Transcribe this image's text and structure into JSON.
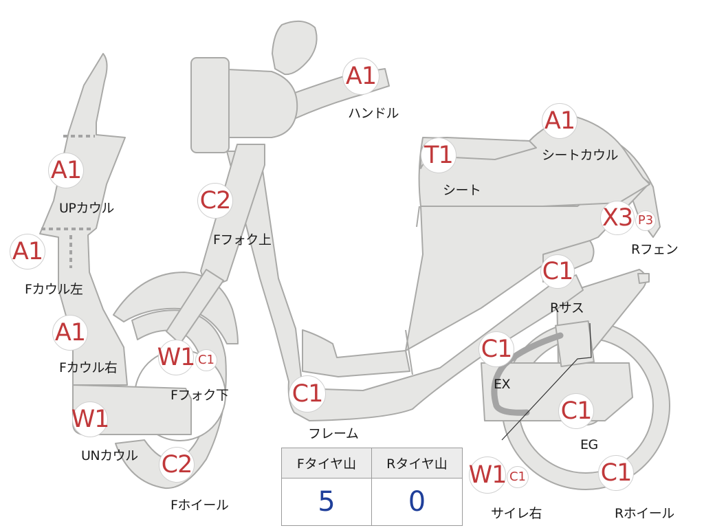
{
  "colors": {
    "code": "#c0383a",
    "value": "#1f3f9a",
    "part_fill": "#e6e6e4",
    "part_stroke": "#a9a9a7"
  },
  "parts": [
    {
      "id": "handle",
      "codes": [
        "A1"
      ],
      "label": "ハンドル"
    },
    {
      "id": "seat-cowl",
      "codes": [
        "A1"
      ],
      "label": "シートカウル"
    },
    {
      "id": "seat",
      "codes": [
        "T1"
      ],
      "label": "シート"
    },
    {
      "id": "up-cowl",
      "codes": [
        "A1"
      ],
      "label": "UPカウル"
    },
    {
      "id": "f-fork-upper",
      "codes": [
        "C2"
      ],
      "label": "Fフォク上"
    },
    {
      "id": "r-fender",
      "codes": [
        "X3",
        "P3"
      ],
      "label": "Rフェン"
    },
    {
      "id": "f-cowl-left",
      "codes": [
        "A1"
      ],
      "label": "Fカウル左"
    },
    {
      "id": "r-sus",
      "codes": [
        "C1"
      ],
      "label": "Rサス"
    },
    {
      "id": "f-cowl-right",
      "codes": [
        "A1"
      ],
      "label": "Fカウル右"
    },
    {
      "id": "f-fork-lower",
      "codes": [
        "W1",
        "C1"
      ],
      "label": "Fフォク下"
    },
    {
      "id": "ex",
      "codes": [
        "C1"
      ],
      "label": "EX"
    },
    {
      "id": "frame",
      "codes": [
        "C1"
      ],
      "label": "フレーム"
    },
    {
      "id": "un-cowl",
      "codes": [
        "W1"
      ],
      "label": "UNカウル"
    },
    {
      "id": "eg",
      "codes": [
        "C1"
      ],
      "label": "EG"
    },
    {
      "id": "f-wheel",
      "codes": [
        "C2"
      ],
      "label": "Fホイール"
    },
    {
      "id": "silencer-right",
      "codes": [
        "W1",
        "C1"
      ],
      "label": "サイレ右"
    },
    {
      "id": "r-wheel",
      "codes": [
        "C1"
      ],
      "label": "Rホイール"
    }
  ],
  "tread": {
    "front_header": "Fタイヤ山",
    "rear_header": "Rタイヤ山",
    "front_value": "5",
    "rear_value": "0"
  }
}
